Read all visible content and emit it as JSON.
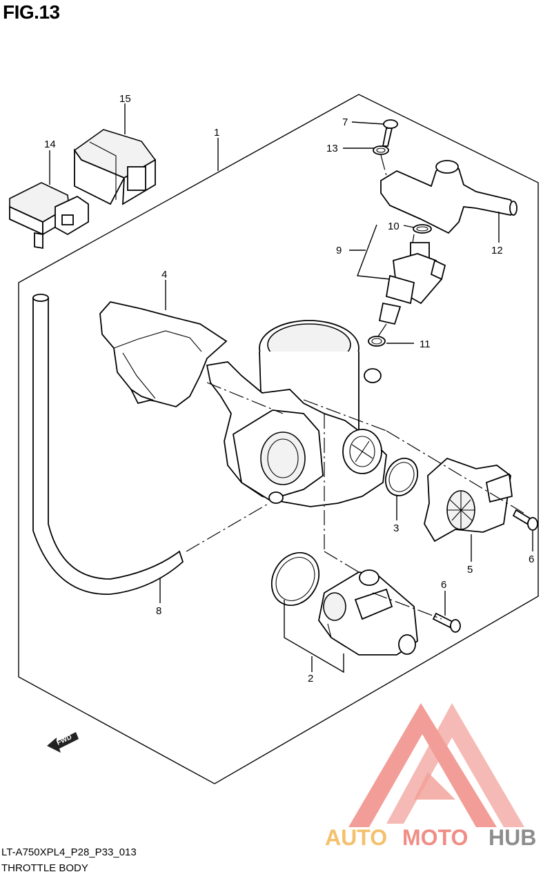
{
  "figure": {
    "title": "FIG.13",
    "model_code": "LT-A750XPL4_P28_P33_013",
    "caption": "THROTTLE BODY",
    "direction_label": "FWD"
  },
  "parts": [
    {
      "number": "1"
    },
    {
      "number": "2"
    },
    {
      "number": "3"
    },
    {
      "number": "4"
    },
    {
      "number": "5"
    },
    {
      "number": "6"
    },
    {
      "number": "6"
    },
    {
      "number": "7"
    },
    {
      "number": "8"
    },
    {
      "number": "9"
    },
    {
      "number": "10"
    },
    {
      "number": "11"
    },
    {
      "number": "12"
    },
    {
      "number": "13"
    },
    {
      "number": "14"
    },
    {
      "number": "15"
    }
  ],
  "watermark": {
    "brand_part1": "AUTO",
    "brand_part2": "MOTO",
    "brand_part3": "HUB",
    "logo_color": "#f08d85",
    "accent_color": "#f5c06b",
    "text_gray": "#8d8d8d"
  }
}
